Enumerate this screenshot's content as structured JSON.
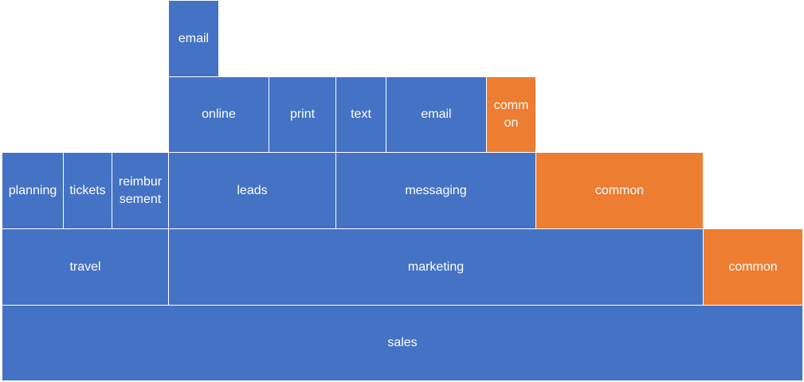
{
  "diagram": {
    "colors": {
      "blue": "#4472c4",
      "orange": "#ed7d31"
    },
    "level_0": {
      "sales": "sales"
    },
    "level_1": {
      "travel": "travel",
      "marketing": "marketing",
      "common": "common"
    },
    "level_2": {
      "planning": "planning",
      "tickets": "tickets",
      "reimbursement": "reimbursement",
      "leads": "leads",
      "messaging": "messaging",
      "common": "common"
    },
    "level_3": {
      "online": "online",
      "print": "print",
      "text": "text",
      "email": "email",
      "common": "common"
    },
    "level_4": {
      "email": "email"
    }
  }
}
